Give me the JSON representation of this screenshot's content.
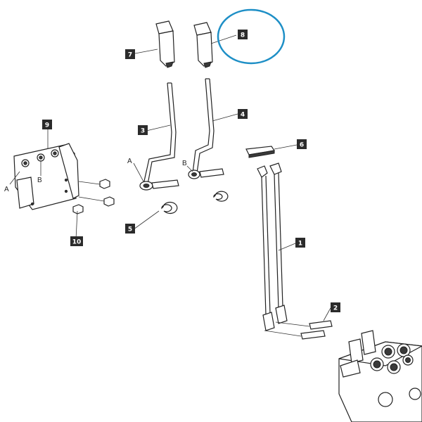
{
  "colors": {
    "highlight": "#1e8fc6",
    "ink": "#222222",
    "callout": "#2b2b2b"
  },
  "callouts": [
    {
      "label": "1"
    },
    {
      "label": "2"
    },
    {
      "label": "3"
    },
    {
      "label": "4"
    },
    {
      "label": "5"
    },
    {
      "label": "6"
    },
    {
      "label": "7"
    },
    {
      "label": "8"
    },
    {
      "label": "9"
    },
    {
      "label": "10"
    }
  ],
  "letters": [
    {
      "text": "A"
    },
    {
      "text": "B"
    },
    {
      "text": "A"
    },
    {
      "text": "B"
    }
  ],
  "highlighted_part": "8"
}
